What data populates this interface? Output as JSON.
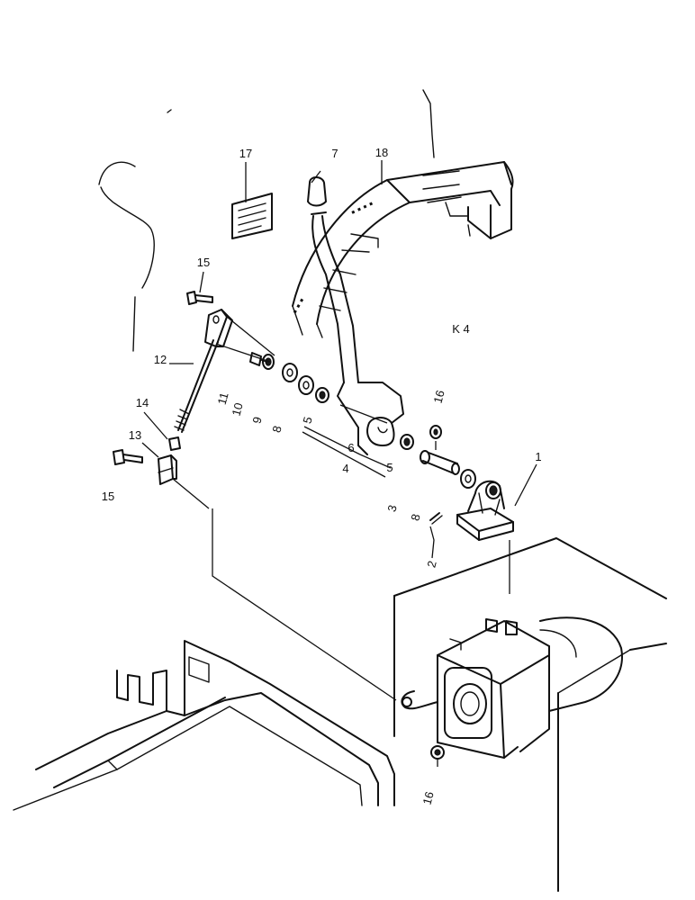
{
  "diagram_code": "K 4",
  "callouts": {
    "c1": "1",
    "c2": "2",
    "c3": "3",
    "c4": "4",
    "c5a": "5",
    "c5b": "5",
    "c6": "6",
    "c7": "7",
    "c8a": "8",
    "c8b": "8",
    "c9": "9",
    "c10": "10",
    "c11": "11",
    "c12": "12",
    "c13": "13",
    "c14": "14",
    "c15a": "15",
    "c15b": "15",
    "c16a": "16",
    "c16b": "16",
    "c17": "17",
    "c18": "18"
  }
}
